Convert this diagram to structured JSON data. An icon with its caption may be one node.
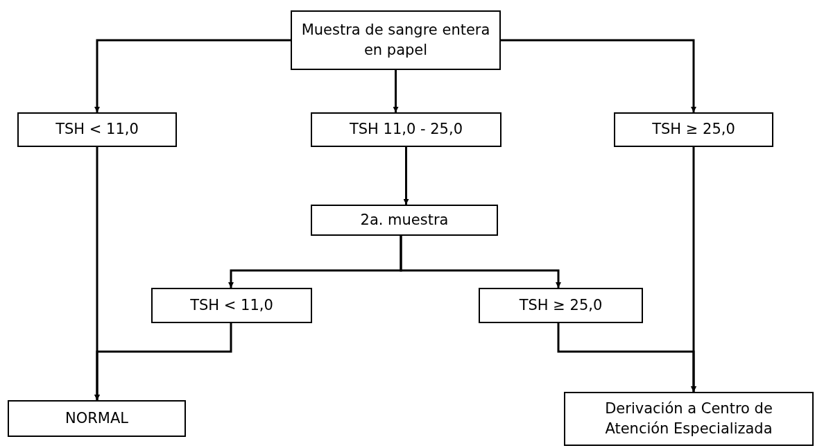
{
  "diagram": {
    "nodes": [
      {
        "text": [
          "Muestra de sangre entera en papel"
        ]
      },
      {
        "text": [
          "TSH < 11,0"
        ]
      },
      {
        "text": [
          "TSH 11,0 - 25,0"
        ]
      },
      {
        "text": [
          "TSH ≥ 25,0"
        ]
      },
      {
        "text": [
          "2a. muestra"
        ]
      },
      {
        "text": [
          "TSH < 11,0"
        ]
      },
      {
        "text": [
          "TSH ≥ 25,0"
        ]
      },
      {
        "text": [
          "NORMAL"
        ]
      },
      {
        "text": [
          "Derivación a Centro de Atención Especializada"
        ]
      }
    ],
    "edges": [
      {
        "from": 0,
        "to": 1,
        "arrow": "to"
      },
      {
        "from": 0,
        "to": 2,
        "arrow": "to"
      },
      {
        "from": 0,
        "to": 3,
        "arrow": "to"
      },
      {
        "from": 1,
        "to": 7,
        "arrow": "to"
      },
      {
        "from": 2,
        "to": 4,
        "arrow": "to"
      },
      {
        "from": 4,
        "to": 5,
        "arrow": "to"
      },
      {
        "from": 4,
        "to": 6,
        "arrow": "to"
      },
      {
        "from": 5,
        "to": 7,
        "arrow": "to"
      },
      {
        "from": 3,
        "to": 8,
        "arrow": "to"
      },
      {
        "from": 6,
        "to": 8,
        "arrow": "to"
      }
    ]
  }
}
